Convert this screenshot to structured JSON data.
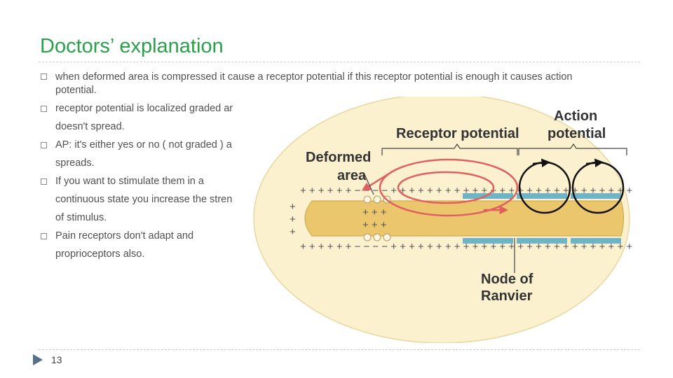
{
  "slide": {
    "title": "Doctors’ explanation",
    "page_number": "13"
  },
  "bullets": [
    {
      "lines": [
        "when deformed area is compressed it cause a receptor potential if this receptor potential is enough it causes action",
        "potential."
      ]
    },
    {
      "lines": [
        "receptor potential is localized graded ar",
        "doesn't spread."
      ]
    },
    {
      "lines": [
        "AP: it's either yes or no ( not graded ) a",
        "spreads."
      ]
    },
    {
      "lines": [
        "If you want to stimulate them in a",
        "continuous state you increase the stren",
        "of stimulus."
      ]
    },
    {
      "lines": [
        "Pain receptors don't adapt and",
        "proprioceptors also."
      ]
    }
  ],
  "figure": {
    "label_deformed_line1": "Deformed",
    "label_deformed_line2": "area",
    "label_receptor_potential": "Receptor potential",
    "label_action_line1": "Action",
    "label_action_line2": "potential",
    "label_node_line1": "Node of",
    "label_node_line2": "Ranvier"
  },
  "colors": {
    "title": "#2aa04a",
    "ellipse_fill": "#fbf1cf",
    "ellipse_stroke": "#e7d7a0",
    "axon_fill": "#ebc66d",
    "myelin": "#6fb3c6",
    "receptor_arrows": "#e06060",
    "action_arrows": "#111111"
  }
}
